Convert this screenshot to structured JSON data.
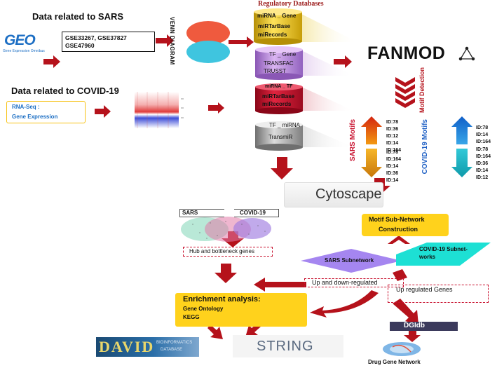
{
  "headings": {
    "sars_data": "Data related to SARS",
    "covid_data": "Data related to COVID-19",
    "regulatory_databases": "Regulatory Databases"
  },
  "geo": {
    "logo_text": "GEO",
    "logo_sub": "Gene Expression Omnibus",
    "accessions_line1": "GSE33267, GSE37827",
    "accessions_line2": "GSE47960"
  },
  "rnaseq": {
    "line1": "RNA-Seq :",
    "line2": "Gene Expression"
  },
  "venn_label": "VENN DIAGRAM",
  "databases": [
    {
      "title": "miRNA _ Gene",
      "items": [
        "miRTarBase",
        "miRecords"
      ],
      "color": "#e8c21e"
    },
    {
      "title": "TF _ Gene",
      "items": [
        "TRANSFAC",
        "TRUSST"
      ],
      "color": "#b784d4"
    },
    {
      "title": "miRNA _ TF",
      "items": [
        "miRTarBase",
        "miRecords"
      ],
      "color": "#c8112e"
    },
    {
      "title": "TF _ miRNA",
      "items": [
        "TransmiR"
      ],
      "color": "#9a9a9a"
    }
  ],
  "fanmod": "FANMOD",
  "motif_detection": "Motif Detection",
  "sars_motifs": {
    "label": "SARS Motifs",
    "top_ids": [
      "ID:78",
      "ID:36",
      "ID:12",
      "ID:14",
      "ID:164"
    ],
    "bottom_ids": [
      "ID:78",
      "ID:164",
      "ID:14",
      "ID:36",
      "ID:14"
    ]
  },
  "covid_motifs": {
    "label": "COVID-19 Motifs",
    "top_ids": [
      "ID:78",
      "ID:14",
      "ID:164"
    ],
    "bottom_ids": [
      "ID:78",
      "ID:164",
      "ID:36",
      "ID:14",
      "ID:12"
    ]
  },
  "cytoscape": "Cytoscape",
  "network_labels": {
    "sars": "SARS",
    "covid": "COVID-19"
  },
  "hub_genes": "Hub and bottleneck genes",
  "motif_subnetwork": {
    "line1": "Motif Sub-Network",
    "line2": "Construction"
  },
  "sars_subnetwork": "SARS Subnetwork",
  "covid_subnetwork": {
    "line1": "COVID-19 Subnet-",
    "line2": "works"
  },
  "up_down_regulated": "Up and down-regulated",
  "up_regulated": "Up regulated Genes",
  "enrichment": {
    "title": "Enrichment analysis:",
    "item1": "Gene Ontology",
    "item2": "KEGG"
  },
  "david": {
    "logo": "DAVID",
    "sub1": "BIOINFORMATICS",
    "sub2": "DATABASE"
  },
  "string_logo": "STRING",
  "dgidb": "DGIdb",
  "drug_gene_network": "Drug Gene Network",
  "colors": {
    "arrow_red": "#b5121b",
    "box_yellow": "#ffd21c",
    "sars_purple": "#a586f0",
    "covid_cyan": "#1de0d4",
    "geo_blue": "#1d6fc4"
  }
}
